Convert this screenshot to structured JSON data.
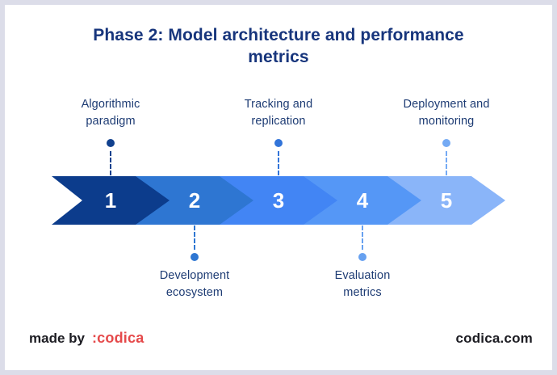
{
  "frame": {
    "border_color": "#dcdde9",
    "background": "#ffffff"
  },
  "title": {
    "text": "Phase 2: Model architecture and performance\nmetrics",
    "color": "#17357c"
  },
  "timeline": {
    "type": "process-arrow",
    "label_color": "#1e3c74",
    "number_color": "#ffffff",
    "steps": [
      {
        "number": "1",
        "label": "Algorithmic\nparadigm",
        "label_position": "top",
        "segment_color": "#0c3c8c",
        "dot_color": "#11418e"
      },
      {
        "number": "2",
        "label": "Development\necosystem",
        "label_position": "bottom",
        "segment_color": "#2e76d2",
        "dot_color": "#2e76d2"
      },
      {
        "number": "3",
        "label": "Tracking and\nreplication",
        "label_position": "top",
        "segment_color": "#4285f4",
        "dot_color": "#3274d9"
      },
      {
        "number": "4",
        "label": "Evaluation\nmetrics",
        "label_position": "bottom",
        "segment_color": "#5597f6",
        "dot_color": "#67a1f0"
      },
      {
        "number": "5",
        "label": "Deployment and\nmonitoring",
        "label_position": "top",
        "segment_color": "#8ab5f9",
        "dot_color": "#74aaf4"
      }
    ]
  },
  "footer": {
    "made_by": "made by",
    "brand": ":codica",
    "brand_color": "#e5494a",
    "website": "codica.com",
    "text_color": "#1c1c22"
  }
}
